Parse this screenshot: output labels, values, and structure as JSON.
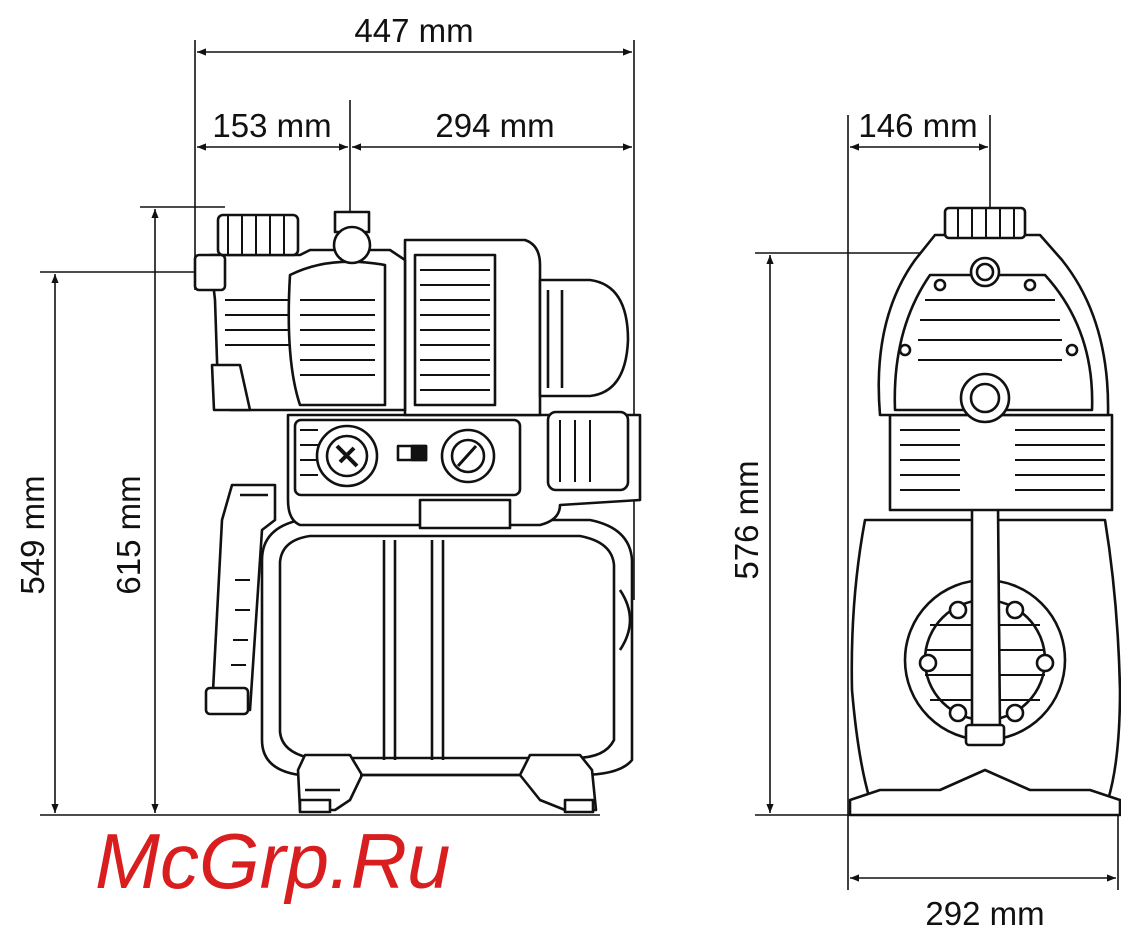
{
  "dimensions": {
    "overall_width": "447 mm",
    "inlet_offset": "153 mm",
    "outlet_to_back": "294 mm",
    "depth_offset": "146 mm",
    "height_inlet": "549 mm",
    "height_total": "615 mm",
    "height_side": "576 mm",
    "base_width": "292 mm"
  },
  "watermark": "McGrp.Ru",
  "colors": {
    "line": "#111111",
    "watermark": "#d81e1e",
    "background": "#ffffff"
  }
}
